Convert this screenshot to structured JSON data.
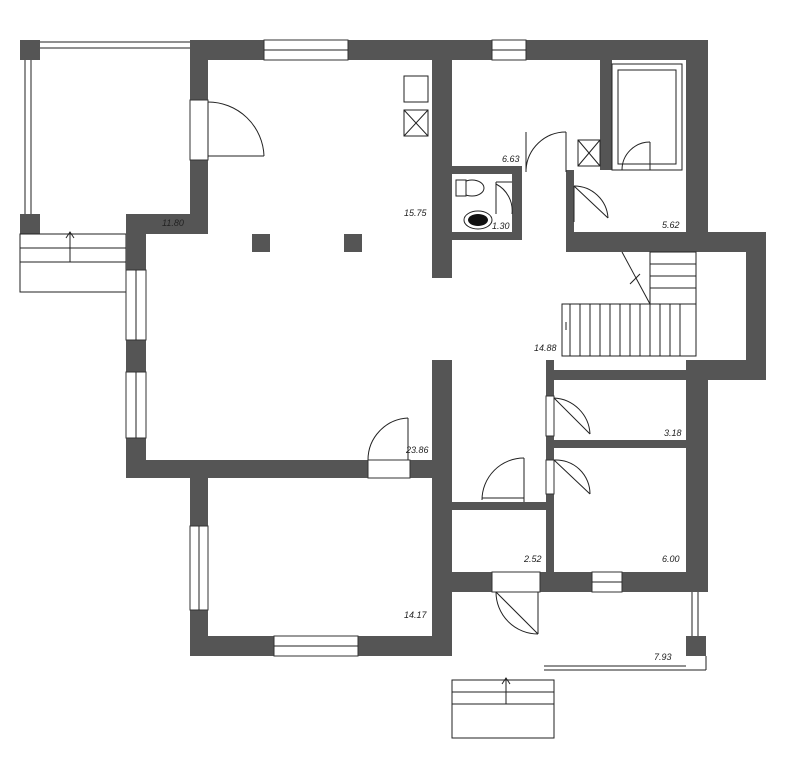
{
  "plan": {
    "room_areas": {
      "terrace": "11.80",
      "living": "15.75",
      "kitchen": "6.63",
      "boiler": "5.62",
      "wc": "1.30",
      "hall": "14.88",
      "main": "23.86",
      "storage": "3.18",
      "closet": "2.52",
      "bedroom_small": "6.00",
      "bedroom": "14.17",
      "porch": "7.93"
    },
    "colors": {
      "wall": "#555555",
      "line": "#222222",
      "background": "#ffffff"
    }
  }
}
